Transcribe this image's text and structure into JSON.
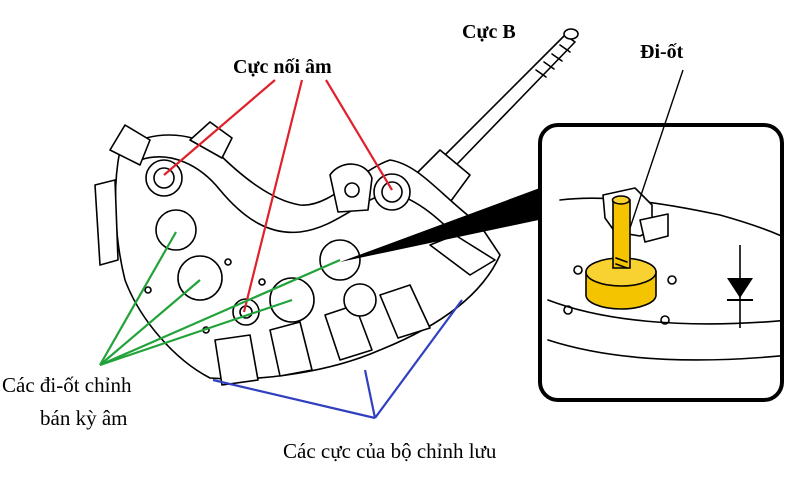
{
  "labels": {
    "b_terminal": "Cực B",
    "diode": "Đi-ốt",
    "negative_terminals": "Cực nối âm",
    "negative_diodes_line1": "Các đi-ốt chỉnh",
    "negative_diodes_line2": "bán kỳ âm",
    "rectifier_terminals": "Các cực của bộ chỉnh lưu"
  },
  "colors": {
    "negative_terminal_leaders": "#e0202a",
    "negative_diode_leaders": "#22a33a",
    "rectifier_terminal_leaders": "#3040c0",
    "diode_highlight": "#f5c400",
    "outline": "#000000"
  },
  "icons": [
    "diode-symbol-icon"
  ]
}
